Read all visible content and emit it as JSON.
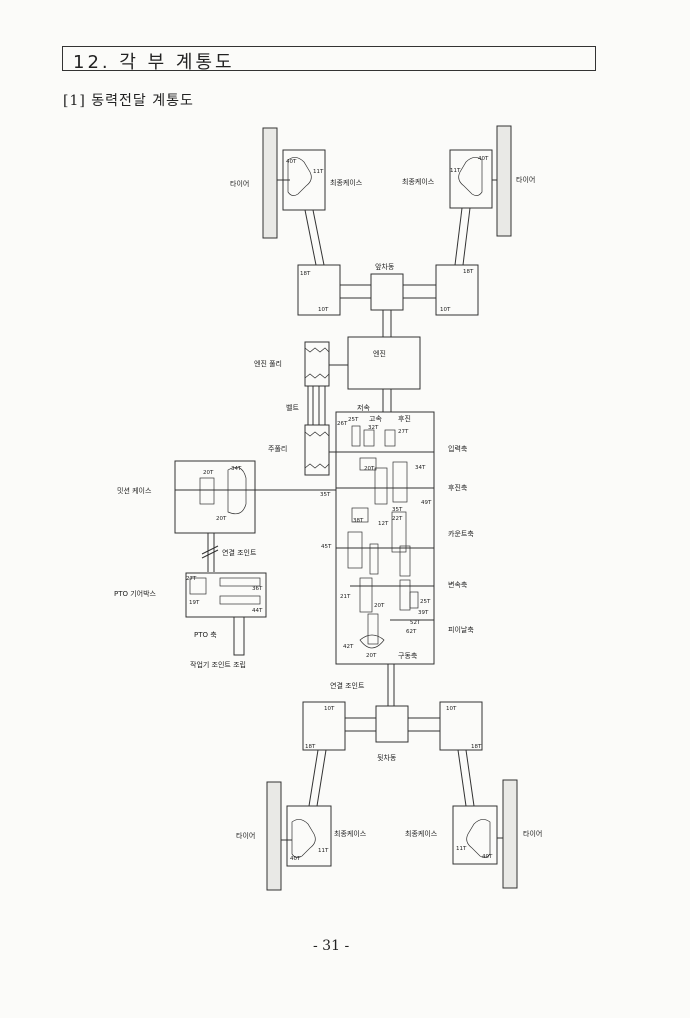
{
  "section": {
    "title": "12. 각 부 계통도"
  },
  "subtitle": "[1] 동력전달 계통도",
  "page_number": "- 31 -",
  "diagram": {
    "front": {
      "tire_left": "타이어",
      "tire_right": "타이어",
      "final_case_left": "최종케이스",
      "final_case_right": "최종케이스",
      "axle": "앞차동",
      "gear_40t": "40T",
      "gear_11t": "11T",
      "gear_18t": "18T",
      "gear_10t": "10T"
    },
    "engine": "엔진",
    "engine_pulley": "엔진 풀리",
    "belt": "벨트",
    "main_pulley": "주풀리",
    "mission_case": "밋션 케이스",
    "joint_connect": "연결 조인트",
    "pto_gearbox": "PTO 기어박스",
    "pto_shaft": "PTO 축",
    "implement_joint": "작업기 조인트 조립",
    "connect_joint": "연결 조인트",
    "rear_axle": "뒷차동",
    "rear": {
      "tire_left": "타이어",
      "tire_right": "타이어",
      "final_case_left": "최종케이스",
      "final_case_right": "최종케이스"
    },
    "trans": {
      "low": "저속",
      "high": "고속",
      "reverse": "후진",
      "input_shaft": "입력축",
      "reverse_shaft": "후진축",
      "counter_shaft": "카운트축",
      "shift_shaft": "변속축",
      "final_shaft": "피이날축",
      "drive_shaft": "구동축"
    },
    "gears": {
      "g25": "25T",
      "g26": "26T",
      "g32": "32T",
      "g27": "27T",
      "g20": "20T",
      "g34": "34T",
      "g35": "35T",
      "g49": "49T",
      "g38": "38T",
      "g12": "12T",
      "g22": "22T",
      "g45": "45T",
      "g21": "21T",
      "g39": "39T",
      "g52": "52T",
      "g62": "62T",
      "g42": "42T",
      "g36": "36T",
      "g44": "44T",
      "g19": "19T"
    }
  }
}
